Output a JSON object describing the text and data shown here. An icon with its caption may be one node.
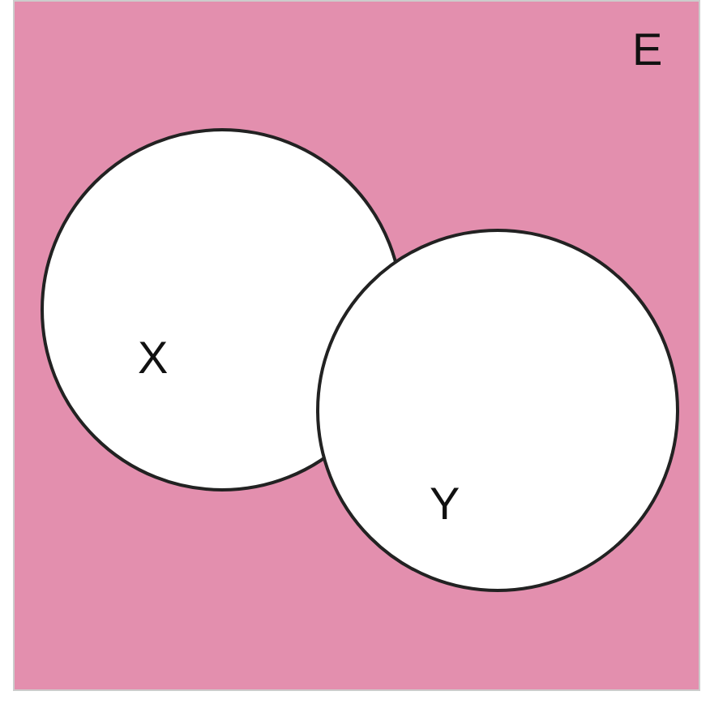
{
  "diagram": {
    "nodes": [
      {
        "text": [
          "E"
        ]
      },
      {
        "text": [
          "X"
        ],
        "in": 0
      },
      {
        "text": [
          "Y"
        ],
        "in": 0
      }
    ]
  }
}
